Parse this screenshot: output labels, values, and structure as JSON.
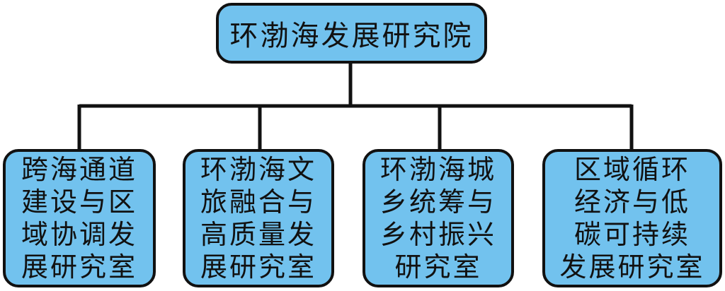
{
  "colors": {
    "box_fill": "#72c2ee",
    "line": "#111111"
  },
  "root": {
    "label": "环渤海发展研究院"
  },
  "children": [
    {
      "label": "跨海通道\n建设与区\n域协调发\n展研究室"
    },
    {
      "label": "环渤海文\n旅融合与\n高质量发\n展研究室"
    },
    {
      "label": "环渤海城\n乡统筹与\n乡村振兴\n研究室"
    },
    {
      "label": "区域循环\n经济与低\n碳可持续\n发展研究室"
    }
  ]
}
